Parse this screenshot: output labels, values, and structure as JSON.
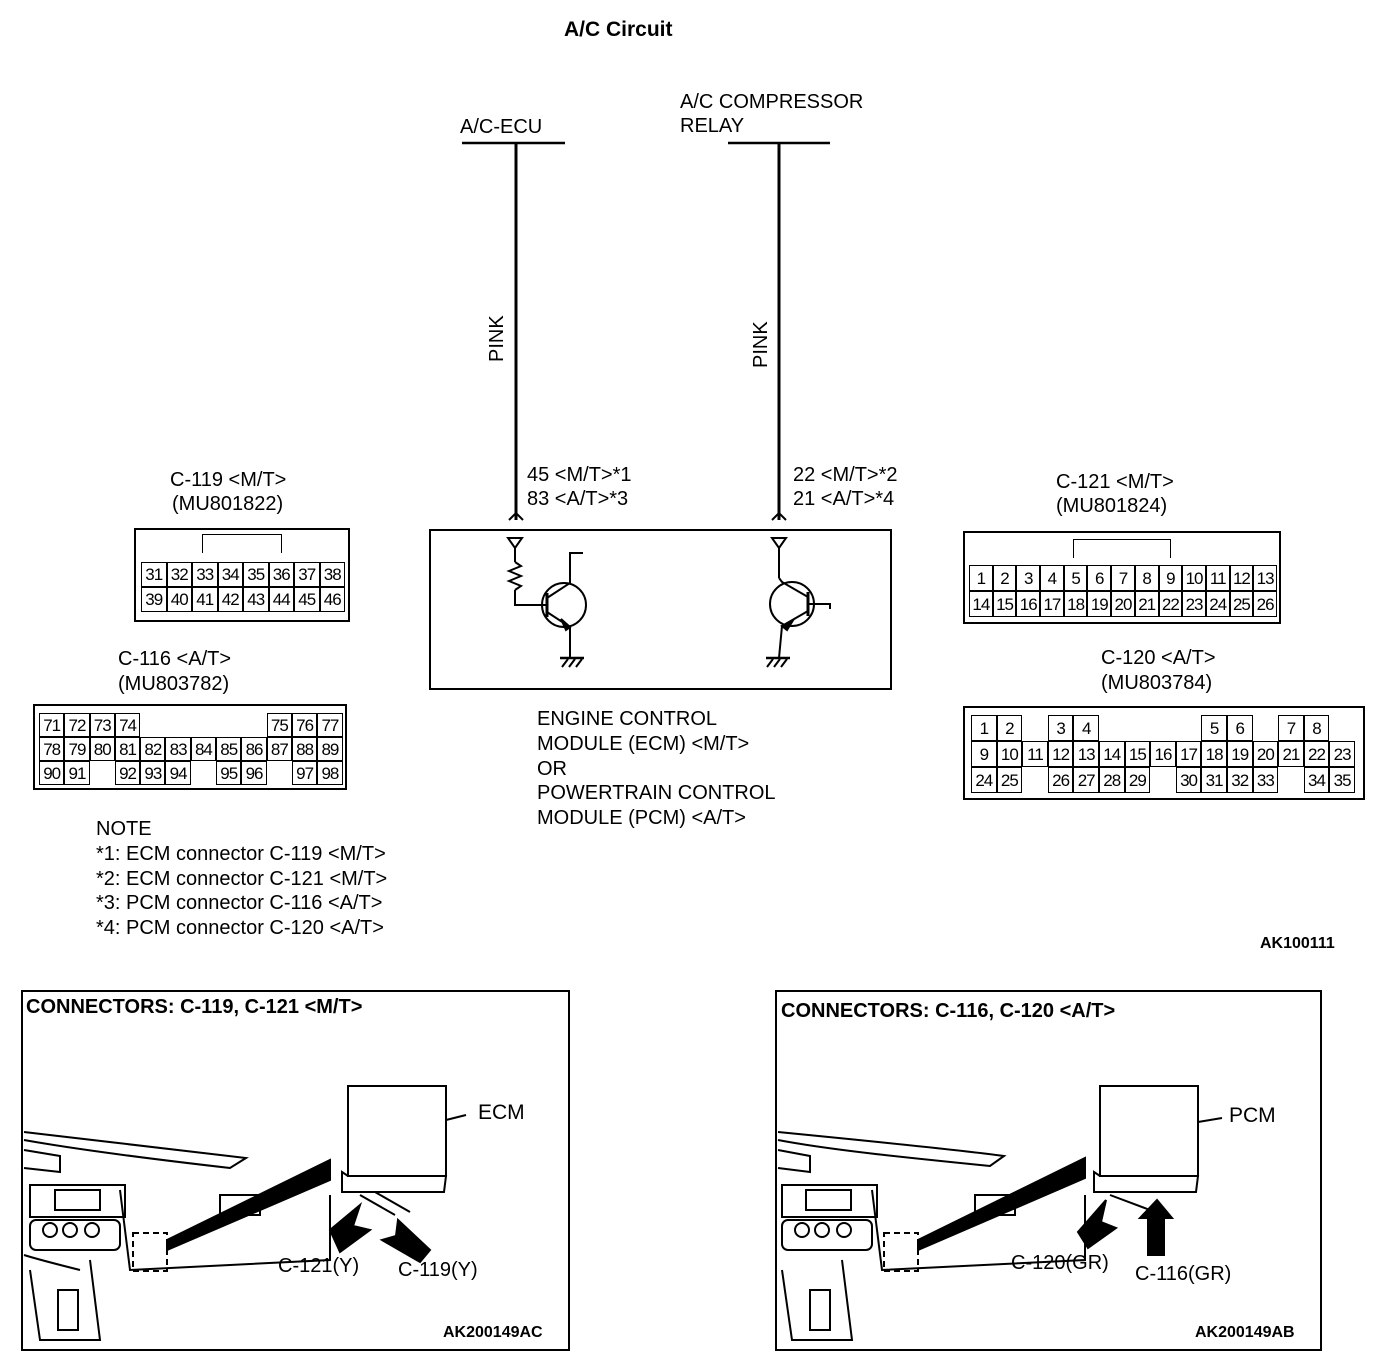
{
  "title": "A/C Circuit",
  "components": {
    "ac_ecu": "A/C-ECU",
    "relay_line1": "A/C COMPRESSOR",
    "relay_line2": "RELAY"
  },
  "wires": {
    "left_color": "PINK",
    "right_color": "PINK"
  },
  "terminals": {
    "left_line1": "45 <M/T>*1",
    "left_line2": "83 <A/T>*3",
    "right_line1": "22 <M/T>*2",
    "right_line2": "21 <A/T>*4"
  },
  "module_label": [
    "ENGINE CONTROL",
    "MODULE (ECM) <M/T>",
    "OR",
    "POWERTRAIN CONTROL",
    "MODULE (PCM) <A/T>"
  ],
  "connectors": {
    "c119": {
      "name": "C-119 <M/T>",
      "part": "(MU801822)",
      "rows": [
        [
          "31",
          "32",
          "33",
          "34",
          "35",
          "36",
          "37",
          "38"
        ],
        [
          "39",
          "40",
          "41",
          "42",
          "43",
          "44",
          "45",
          "46"
        ]
      ]
    },
    "c116": {
      "name": "C-116 <A/T>",
      "part": "(MU803782)",
      "rows": [
        [
          "71",
          "72",
          "73",
          "74",
          "",
          "",
          "",
          "",
          "",
          "75",
          "76",
          "77"
        ],
        [
          "78",
          "79",
          "80",
          "81",
          "82",
          "83",
          "84",
          "85",
          "86",
          "87",
          "88",
          "89"
        ],
        [
          "90",
          "91",
          "",
          "92",
          "93",
          "94",
          "",
          "95",
          "96",
          "",
          "97",
          "98"
        ]
      ]
    },
    "c121": {
      "name": "C-121 <M/T>",
      "part": "(MU801824)",
      "rows": [
        [
          "1",
          "2",
          "3",
          "4",
          "5",
          "6",
          "7",
          "8",
          "9",
          "10",
          "11",
          "12",
          "13"
        ],
        [
          "14",
          "15",
          "16",
          "17",
          "18",
          "19",
          "20",
          "21",
          "22",
          "23",
          "24",
          "25",
          "26"
        ]
      ]
    },
    "c120": {
      "name": "C-120 <A/T>",
      "part": "(MU803784)",
      "rows": [
        [
          "1",
          "2",
          "",
          "3",
          "4",
          "",
          "",
          "",
          "",
          "5",
          "6",
          "",
          "7",
          "8"
        ],
        [
          "9",
          "10",
          "11",
          "12",
          "13",
          "14",
          "15",
          "16",
          "17",
          "18",
          "19",
          "20",
          "21",
          "22",
          "23"
        ],
        [
          "24",
          "25",
          "",
          "26",
          "27",
          "28",
          "29",
          "",
          "30",
          "31",
          "32",
          "33",
          "",
          "34",
          "35"
        ]
      ]
    }
  },
  "notes": {
    "heading": "NOTE",
    "items": [
      "*1: ECM connector C-119 <M/T>",
      "*2: ECM connector C-121 <M/T>",
      "*3: PCM connector C-116 <A/T>",
      "*4: PCM connector C-120 <A/T>"
    ]
  },
  "figure_codes": {
    "main": "AK100111",
    "left": "AK200149AC",
    "right": "AK200149AB"
  },
  "panels": {
    "left": {
      "title": "CONNECTORS: C-119, C-121 <M/T>",
      "module": "ECM",
      "callout_a": "C-121(Y)",
      "callout_b": "C-119(Y)"
    },
    "right": {
      "title": "CONNECTORS: C-116, C-120 <A/T>",
      "module": "PCM",
      "callout_a": "C-120(GR)",
      "callout_b": "C-116(GR)"
    }
  }
}
